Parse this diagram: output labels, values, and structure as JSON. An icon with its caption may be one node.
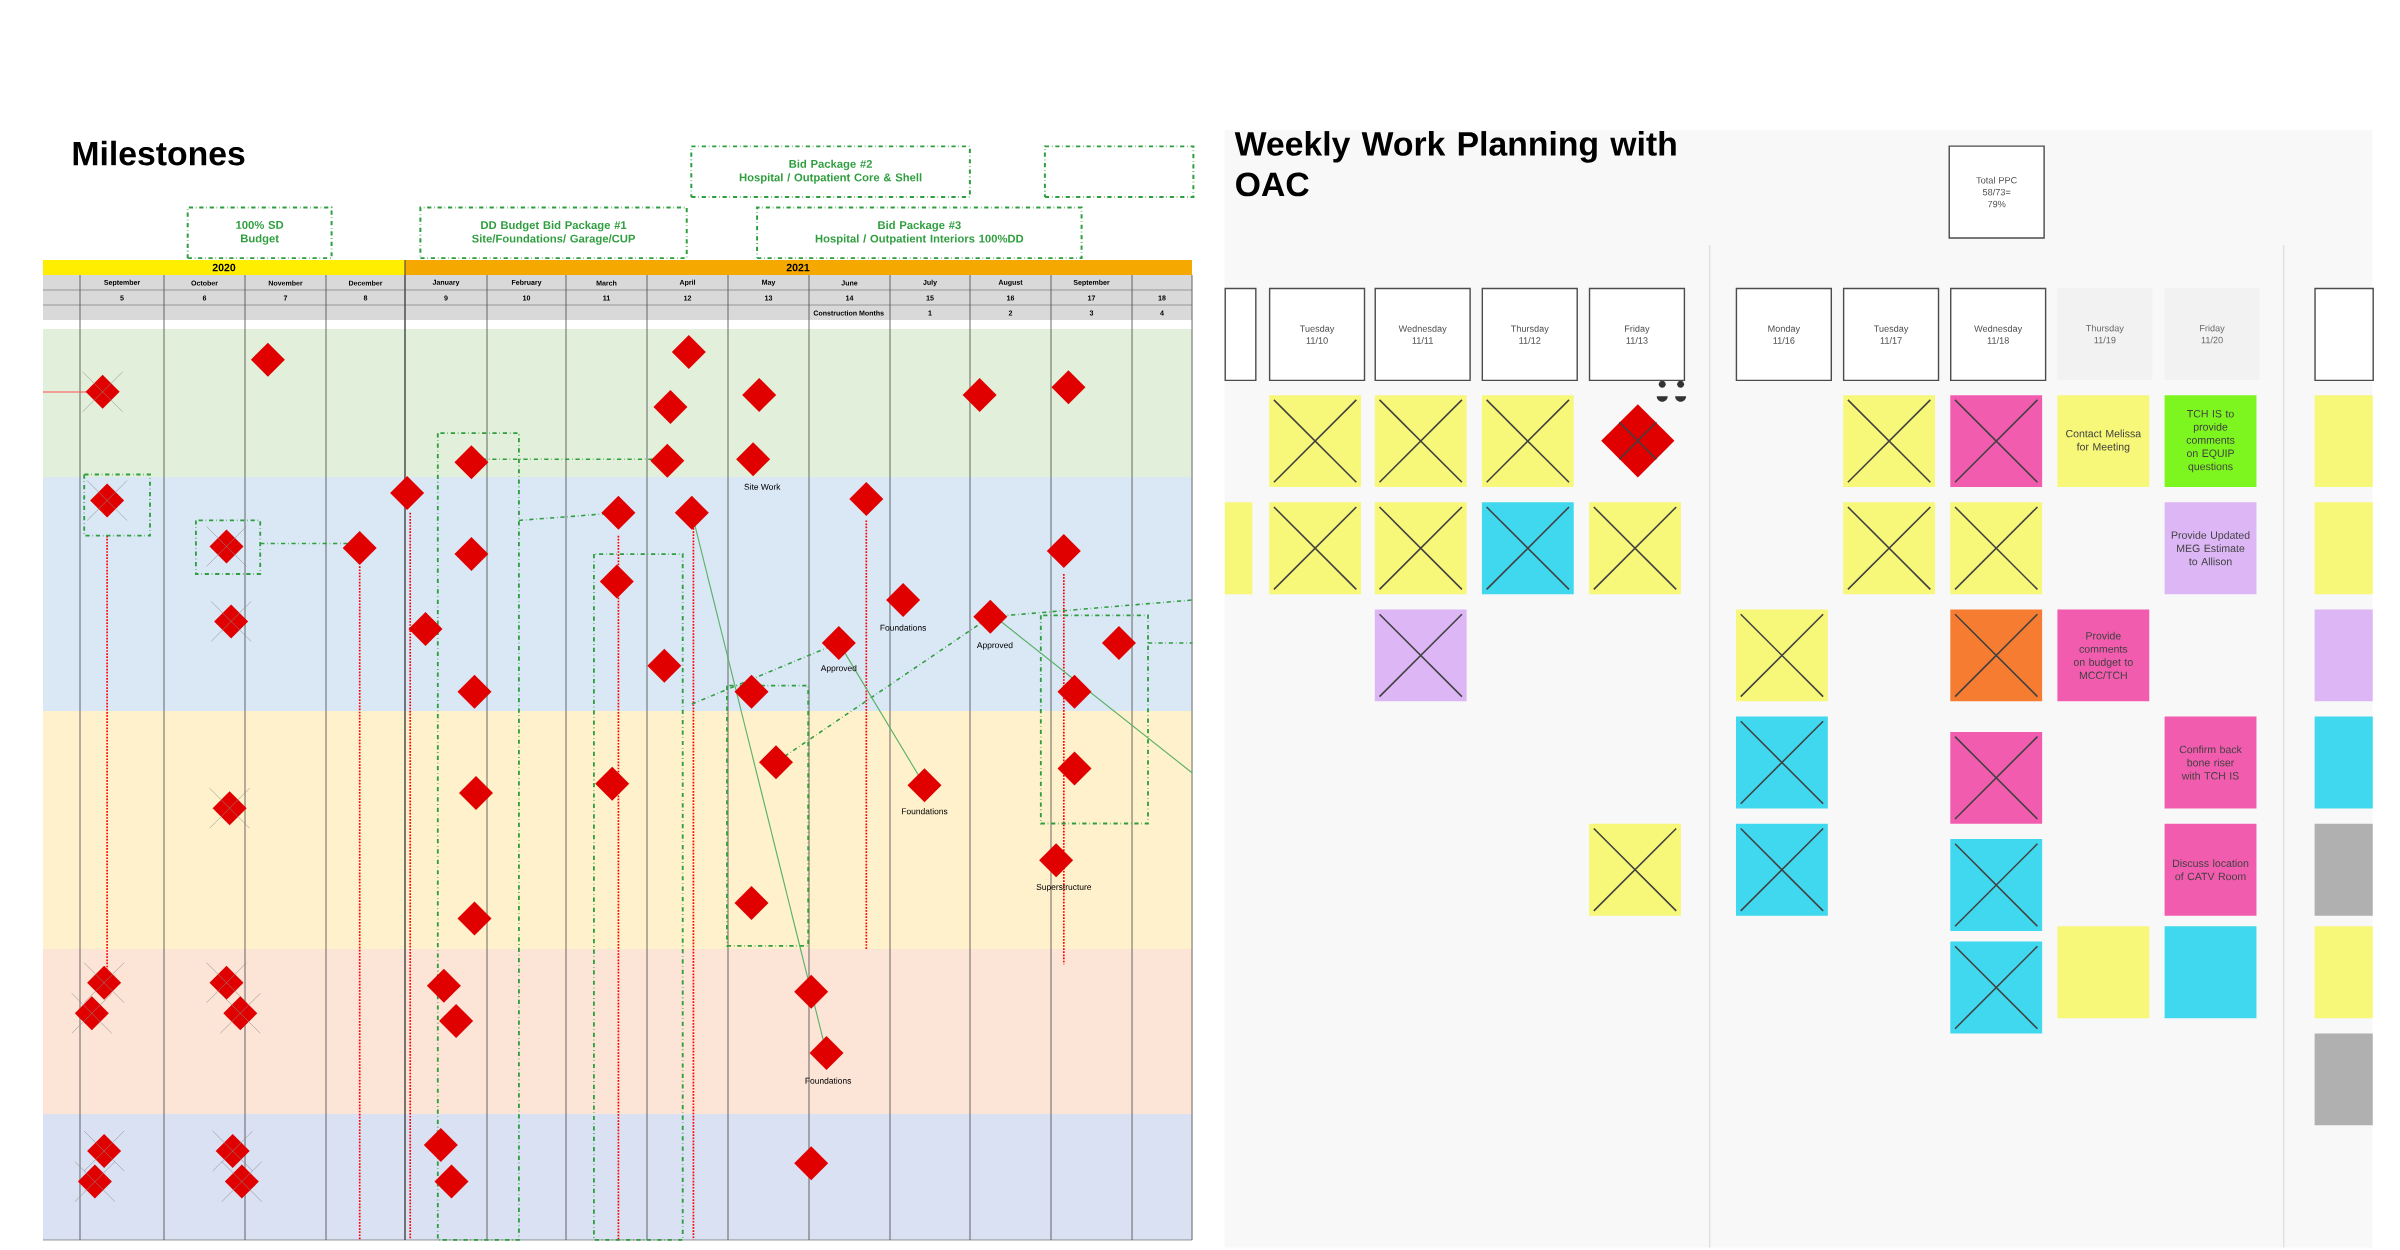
{
  "diagram": {
    "nodes": [
      {
        "text": [
          "Bid Package #2",
          "Hospital / Outpatient Core & Shell"
        ]
      },
      {
        "text": [],
        "shape": "box"
      },
      {
        "text": [
          "100% SD Budget"
        ]
      },
      {
        "text": [
          "DD Budget Bid Package #1",
          "Site/Foundations/ Garage/CUP"
        ]
      },
      {
        "text": [
          "Bid Package #3",
          "Hospital / Outpatient Interiors 100%DD"
        ]
      },
      {
        "text": [
          "Total PPC 58/73= 79%"
        ]
      },
      {
        "text": [],
        "shape": "box"
      },
      {
        "text": [
          "Tuesday 11/10"
        ]
      },
      {
        "text": [
          "Wednesday 11/11"
        ]
      },
      {
        "text": [
          "Thursday 11/12"
        ]
      },
      {
        "text": [
          "Friday 11/13"
        ]
      },
      {
        "text": [
          "Monday 11/16"
        ]
      },
      {
        "text": [
          "Tuesday 11/17"
        ]
      },
      {
        "text": [
          "Wednesday 11/18"
        ]
      },
      {
        "text": [
          "Thursday 11/19"
        ]
      },
      {
        "text": [
          "Friday 11/20"
        ]
      },
      {
        "text": [],
        "shape": "box"
      },
      {
        "text": [],
        "shape": "box"
      },
      {
        "text": [],
        "shape": "box"
      },
      {
        "text": [],
        "shape": "box"
      },
      {
        "text": [],
        "shape": "diamond"
      },
      {
        "text": [],
        "shape": "box"
      },
      {
        "text": [],
        "shape": "box"
      },
      {
        "text": [
          "Contact Melissa for Meeting"
        ]
      },
      {
        "text": [
          "TCH IS to provide comments on EQUIP questions"
        ]
      },
      {
        "text": [],
        "shape": "box"
      },
      {
        "text": [],
        "shape": "box"
      },
      {
        "text": [],
        "shape": "box"
      },
      {
        "text": [],
        "shape": "box"
      },
      {
        "text": [],
        "shape": "box"
      },
      {
        "text": [],
        "shape": "box"
      },
      {
        "text": [],
        "shape": "box"
      },
      {
        "text": [],
        "shape": "box"
      },
      {
        "text": [
          "Provide Updated MEG Estimate to Allison"
        ]
      },
      {
        "text": [],
        "shape": "box"
      },
      {
        "text": [],
        "shape": "box"
      },
      {
        "text": [],
        "shape": "box"
      },
      {
        "text": [],
        "shape": "box"
      },
      {
        "text": [
          "Provide comments on budget to MCC/TCH"
        ]
      },
      {
        "text": [],
        "shape": "box"
      },
      {
        "text": [],
        "shape": "box"
      },
      {
        "text": [],
        "shape": "box"
      },
      {
        "text": [
          "Confirm back bone riser with TCH IS"
        ]
      },
      {
        "text": [],
        "shape": "box"
      },
      {
        "text": [],
        "shape": "box"
      },
      {
        "text": [],
        "shape": "box"
      },
      {
        "text": [],
        "shape": "box"
      },
      {
        "text": [
          "Discuss location of CATV Room"
        ]
      },
      {
        "text": [],
        "shape": "box"
      },
      {
        "text": [],
        "shape": "box"
      },
      {
        "text": [],
        "shape": "box"
      },
      {
        "text": [],
        "shape": "box"
      },
      {
        "text": [],
        "shape": "box"
      },
      {
        "text": [],
        "shape": "box"
      }
    ],
    "labels": [
      "Milestones",
      "2020",
      "2021",
      "September",
      "October",
      "November",
      "December",
      "January",
      "February",
      "March",
      "April",
      "May",
      "June",
      "July",
      "August",
      "September",
      "5",
      "6",
      "7",
      "8",
      "9",
      "10",
      "11",
      "12",
      "13",
      "14",
      "15",
      "16",
      "17",
      "18",
      "Construction Months",
      "1",
      "2",
      "3",
      "4",
      "Site Work",
      "Foundations",
      "Approved",
      "Approved",
      "Foundations",
      "Superstructure",
      "Foundations",
      "Weekly Work Planning with OAC"
    ]
  }
}
